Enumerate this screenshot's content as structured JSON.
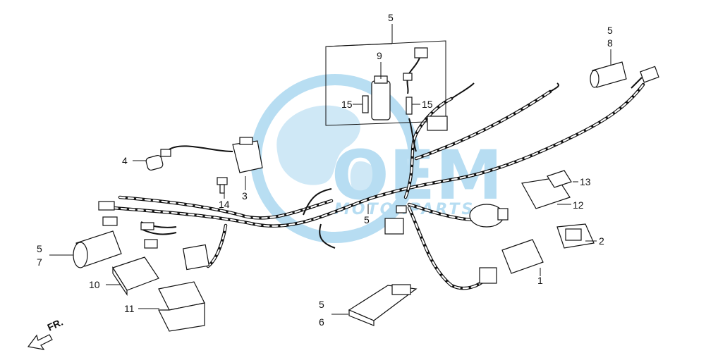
{
  "watermark": {
    "logo_text": "OEM",
    "sub_text": "MOTORPARTS",
    "color": "#7ec3e8"
  },
  "callouts": {
    "c1": "1",
    "c2": "2",
    "c3": "3",
    "c4": "4",
    "c5a": "5",
    "c5b": "5",
    "c5c": "5",
    "c5d": "5",
    "c5e": "5",
    "c6": "6",
    "c7": "7",
    "c8": "8",
    "c9": "9",
    "c10": "10",
    "c11": "11",
    "c12": "12",
    "c13": "13",
    "c14": "14",
    "c15a": "15",
    "c15b": "15"
  },
  "direction": {
    "label": "FR."
  }
}
